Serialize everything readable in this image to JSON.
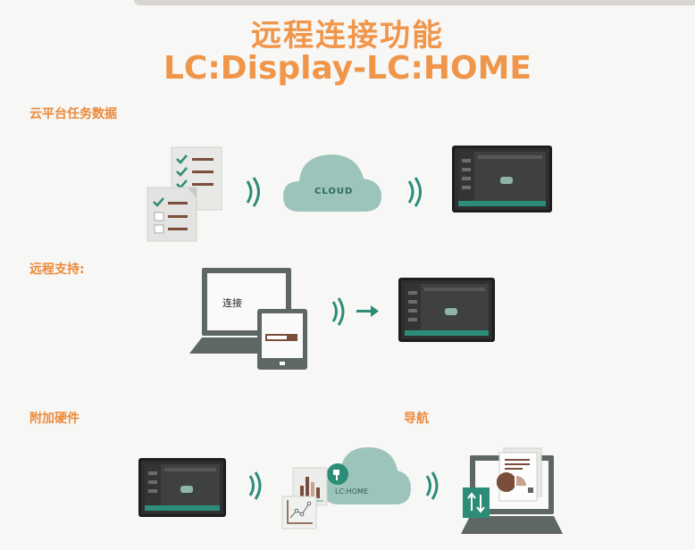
{
  "title": {
    "line1": "远程连接功能",
    "line2": "LC:Display-LC:HOME"
  },
  "sections": {
    "cloud_task_data": "云平台任务数据",
    "remote_support": "远程支持:",
    "additional_hardware": "附加硬件",
    "navigation": "导航"
  },
  "labels": {
    "cloud": "CLOUD",
    "connect": "连接",
    "lc_home": "LC:HOME"
  },
  "colors": {
    "accent_orange": "#f0964a",
    "green": "#2d8c77",
    "cloud_fill": "#9cc4bb",
    "device_gray": "#5e6766",
    "paper_brown": "#7a4e3a"
  },
  "icons": [
    "checklist-icon",
    "signal-icon",
    "cloud-icon",
    "tablet-screen-icon",
    "laptop-icon",
    "tablet-icon",
    "arrow-right-icon",
    "chart-icon",
    "transfer-icon",
    "report-icon"
  ]
}
